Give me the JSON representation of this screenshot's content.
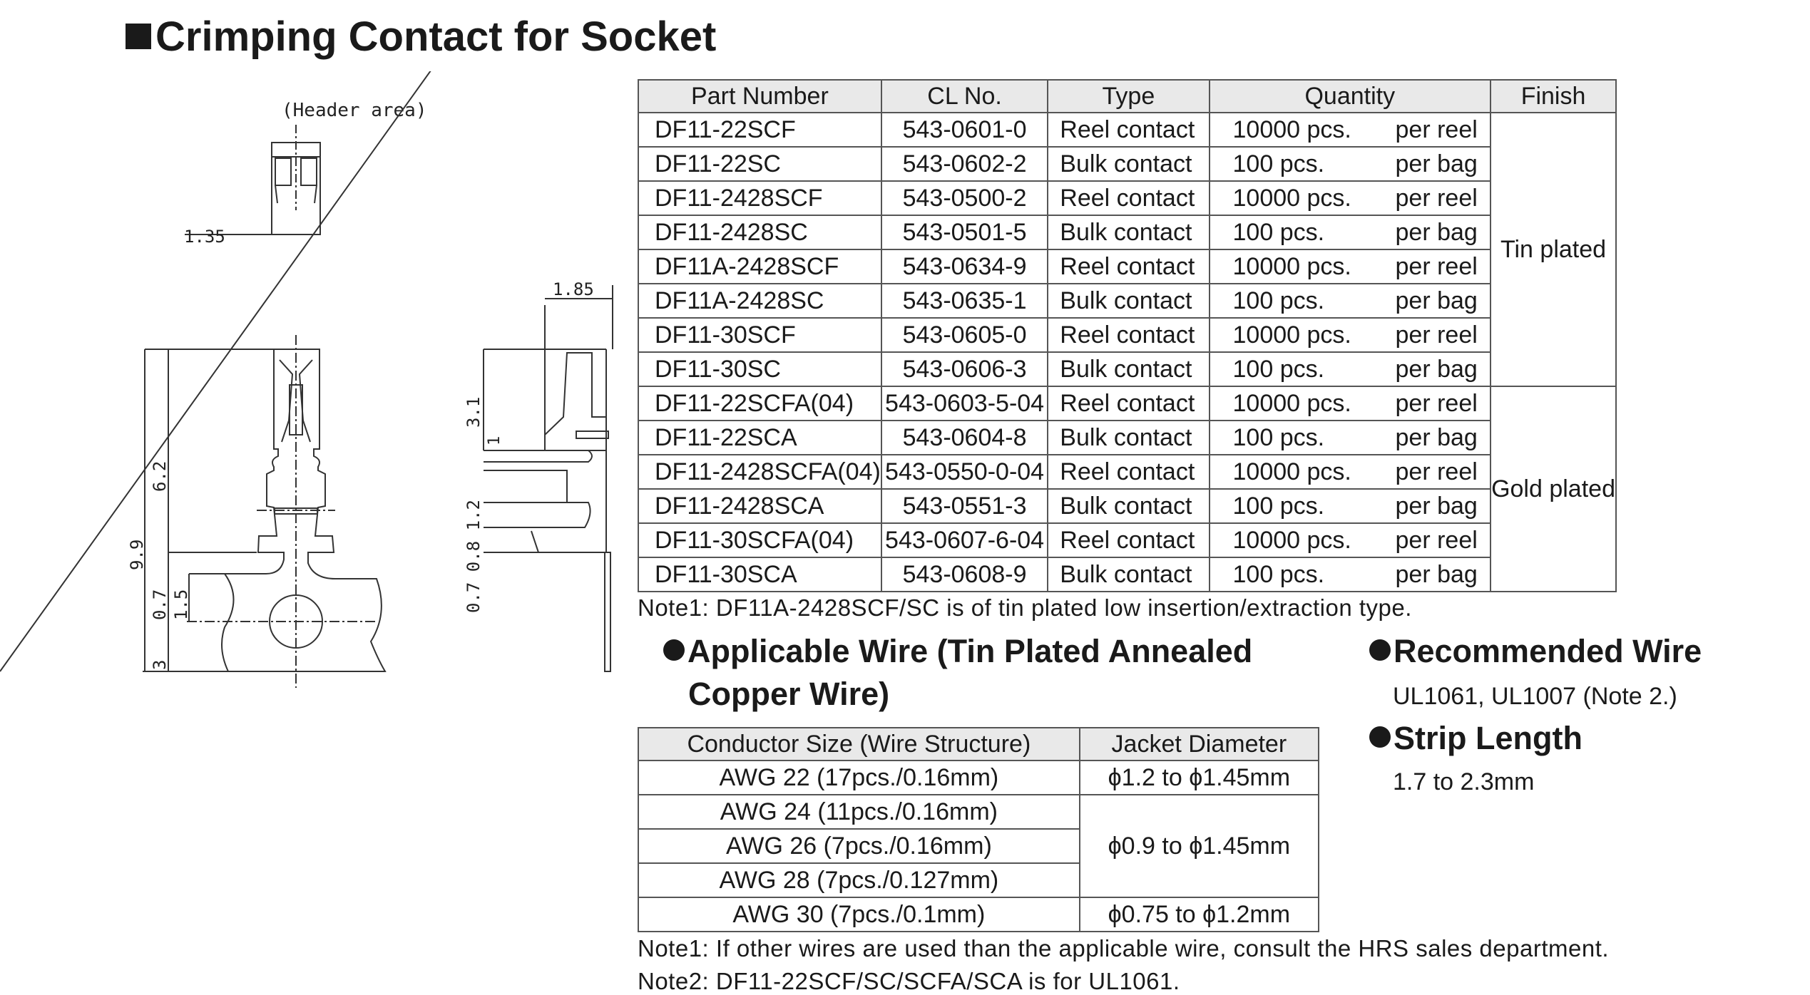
{
  "title": "Crimping Contact for Socket",
  "drawing": {
    "header_area_label": "(Header area)",
    "dims": {
      "header_width": "1.35",
      "side_width": "1.85",
      "total_length": "9.9",
      "crimp_length": "6.2",
      "d_0_7": "0.7",
      "d_1_5": "1.5",
      "d_3": "3",
      "d_3_1": "3.1",
      "d_1": "1",
      "d_stack": "0.7 0.8 1.2"
    }
  },
  "parts_table": {
    "headers": [
      "Part Number",
      "CL No.",
      "Type",
      "Quantity",
      "Finish"
    ],
    "rows": [
      {
        "part": "DF11-22SCF",
        "cl": "543-0601-0",
        "type": "Reel contact",
        "qty": "10000 pcs.",
        "unit": "per reel"
      },
      {
        "part": "DF11-22SC",
        "cl": "543-0602-2",
        "type": "Bulk contact",
        "qty": "100 pcs.",
        "unit": "per bag"
      },
      {
        "part": "DF11-2428SCF",
        "cl": "543-0500-2",
        "type": "Reel contact",
        "qty": "10000 pcs.",
        "unit": "per reel"
      },
      {
        "part": "DF11-2428SC",
        "cl": "543-0501-5",
        "type": "Bulk contact",
        "qty": "100 pcs.",
        "unit": "per bag"
      },
      {
        "part": "DF11A-2428SCF",
        "cl": "543-0634-9",
        "type": "Reel contact",
        "qty": "10000 pcs.",
        "unit": "per reel"
      },
      {
        "part": "DF11A-2428SC",
        "cl": "543-0635-1",
        "type": "Bulk contact",
        "qty": "100 pcs.",
        "unit": "per bag"
      },
      {
        "part": "DF11-30SCF",
        "cl": "543-0605-0",
        "type": "Reel contact",
        "qty": "10000 pcs.",
        "unit": "per reel"
      },
      {
        "part": "DF11-30SC",
        "cl": "543-0606-3",
        "type": "Bulk contact",
        "qty": "100 pcs.",
        "unit": "per bag"
      },
      {
        "part": "DF11-22SCFA(04)",
        "cl": "543-0603-5-04",
        "type": "Reel contact",
        "qty": "10000 pcs.",
        "unit": "per reel"
      },
      {
        "part": "DF11-22SCA",
        "cl": "543-0604-8",
        "type": "Bulk contact",
        "qty": "100 pcs.",
        "unit": "per bag"
      },
      {
        "part": "DF11-2428SCFA(04)",
        "cl": "543-0550-0-04",
        "type": "Reel contact",
        "qty": "10000 pcs.",
        "unit": "per reel"
      },
      {
        "part": "DF11-2428SCA",
        "cl": "543-0551-3",
        "type": "Bulk contact",
        "qty": "100 pcs.",
        "unit": "per bag"
      },
      {
        "part": "DF11-30SCFA(04)",
        "cl": "543-0607-6-04",
        "type": "Reel contact",
        "qty": "10000 pcs.",
        "unit": "per reel"
      },
      {
        "part": "DF11-30SCA",
        "cl": "543-0608-9",
        "type": "Bulk contact",
        "qty": "100 pcs.",
        "unit": "per bag"
      }
    ],
    "finish_groups": [
      "Tin plated",
      "Gold plated"
    ],
    "note": "Note1: DF11A-2428SCF/SC is of tin plated  low insertion/extraction type."
  },
  "applicable_wire": {
    "heading_line1": "Applicable Wire (Tin Plated Annealed",
    "heading_line2": "Copper Wire)",
    "headers": [
      "Conductor Size (Wire Structure)",
      "Jacket Diameter"
    ],
    "rows": [
      "AWG 22 (17pcs./0.16mm)",
      "AWG 24 (11pcs./0.16mm)",
      "AWG 26 (7pcs./0.16mm)",
      "AWG 28 (7pcs./0.127mm)",
      "AWG 30 (7pcs./0.1mm)"
    ],
    "diameters": [
      "ϕ1.2 to ϕ1.45mm",
      "ϕ0.9 to ϕ1.45mm",
      "ϕ0.75 to ϕ1.2mm"
    ],
    "note1": "Note1: If other wires are used than the applicable wire, consult the HRS sales department.",
    "note2": "Note2: DF11-22SCF/SC/SCFA/SCA is for UL1061."
  },
  "recommended_wire": {
    "heading": "Recommended Wire",
    "value": "UL1061, UL1007 (Note 2.)"
  },
  "strip_length": {
    "heading": "Strip Length",
    "value": "1.7 to 2.3mm"
  }
}
